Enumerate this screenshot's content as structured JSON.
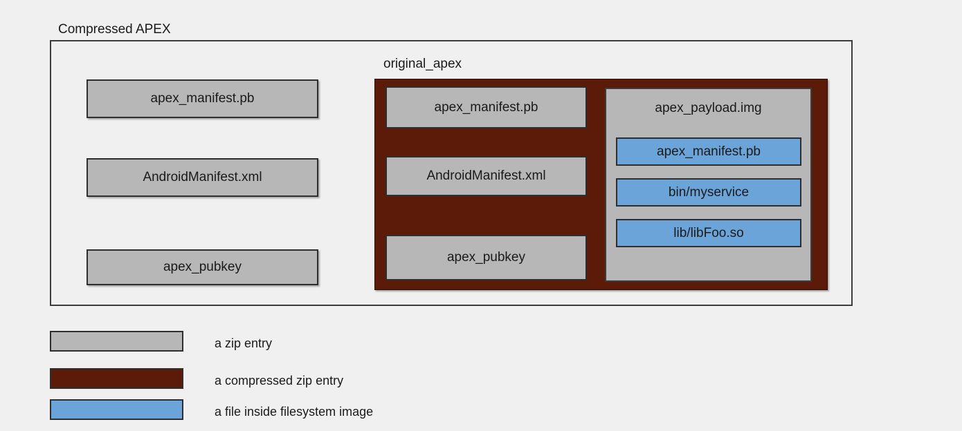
{
  "diagram": {
    "outer_container": {
      "label": "Compressed APEX",
      "fill": "#f0f0f0",
      "stroke": "#3c3c3c"
    },
    "left_entries": [
      {
        "label": "apex_manifest.pb"
      },
      {
        "label": "AndroidManifest.xml"
      },
      {
        "label": "apex_pubkey"
      }
    ],
    "compressed_container": {
      "label": "original_apex",
      "fill": "#5c1a09",
      "stroke": "#2b0d05"
    },
    "compressed_entries": [
      {
        "label": "apex_manifest.pb"
      },
      {
        "label": "AndroidManifest.xml"
      },
      {
        "label": "apex_pubkey"
      }
    ],
    "payload": {
      "label": "apex_payload.img",
      "fill": "#b7b7b7",
      "stroke": "#3c3c3c",
      "files": [
        {
          "label": "apex_manifest.pb"
        },
        {
          "label": "bin/myservice"
        },
        {
          "label": "lib/libFoo.so"
        }
      ]
    }
  },
  "legend": {
    "items": [
      {
        "label": "a zip entry",
        "color": "#b7b7b7"
      },
      {
        "label": "a compressed zip entry",
        "color": "#5c1a09"
      },
      {
        "label": "a file inside filesystem image",
        "color": "#6ba4d8"
      }
    ]
  },
  "colors": {
    "background": "#f0f0f0",
    "zip_entry": "#b7b7b7",
    "compressed_zip_entry": "#5c1a09",
    "filesystem_file": "#6ba4d8",
    "stroke_dark": "#2e2e2e"
  }
}
